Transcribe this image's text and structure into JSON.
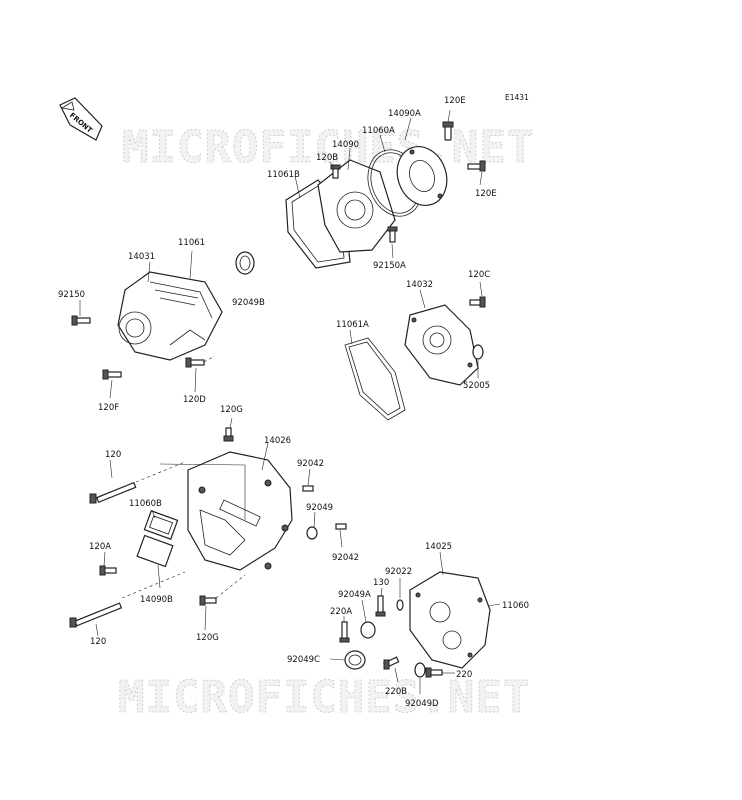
{
  "diagram_code": "E1431",
  "front_label": "FRONT",
  "watermark": "MICROFICHES.NET",
  "labels": {
    "p120E_top": "120E",
    "p14090A": "14090A",
    "p11060A": "11060A",
    "p14090": "14090",
    "p120B": "120B",
    "p11061B": "11061B",
    "p120E_right": "120E",
    "p92150A": "92150A",
    "p14031": "14031",
    "p11061": "11061",
    "p92049B": "92049B",
    "p92150": "92150",
    "p120F": "120F",
    "p120D": "120D",
    "p120C": "120C",
    "p14032": "14032",
    "p11061A": "11061A",
    "p52005": "52005",
    "p120G_top": "120G",
    "p14026": "14026",
    "p92042_top": "92042",
    "p120_top": "120",
    "p92049": "92049",
    "p11060B": "11060B",
    "p120A": "120A",
    "p92042_bottom": "92042",
    "p14090B": "14090B",
    "p120_bottom": "120",
    "p120G_bottom": "120G",
    "p14025": "14025",
    "p92022": "92022",
    "p130": "130",
    "p92049A": "92049A",
    "p11060": "11060",
    "p220A": "220A",
    "p92049C": "92049C",
    "p220": "220",
    "p220B": "220B",
    "p92049D": "92049D"
  }
}
